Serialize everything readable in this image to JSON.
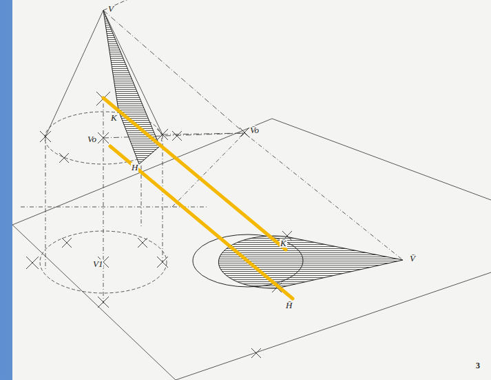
{
  "diagram": {
    "labels": [
      "V",
      "K",
      "Vo",
      "H",
      "V̄o",
      "V1",
      "K̄",
      "V̄",
      "H̄",
      "3"
    ]
  }
}
